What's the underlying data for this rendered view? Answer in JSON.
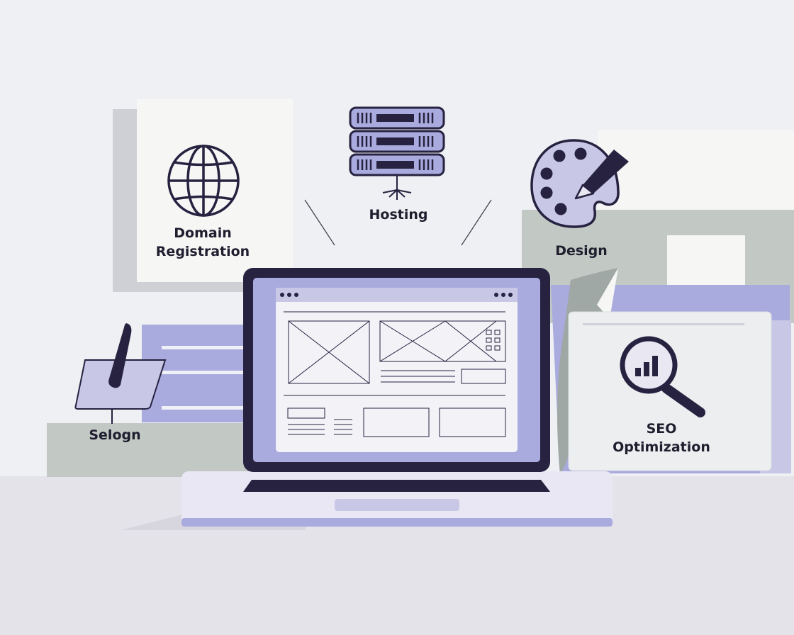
{
  "labels": {
    "domain_line1": "Domain",
    "domain_line2": "Registration",
    "hosting": "Hosting",
    "design": "Design",
    "selogn": "Selogn",
    "seo_line1": "SEO",
    "seo_line2": "Optimization"
  },
  "colors": {
    "background": "#eef0f3",
    "floor": "#e4e3ea",
    "navy": "#262240",
    "lavender": "#a9aade",
    "lavender_light": "#c9c7e6",
    "sage": "#c2c9c4",
    "paper": "#f6f7f5"
  },
  "icons": [
    "globe-icon",
    "server-icon",
    "palette-icon",
    "brush-icon",
    "magnifier-chart-icon",
    "signpost-icon",
    "laptop-icon",
    "wireframe-window"
  ]
}
